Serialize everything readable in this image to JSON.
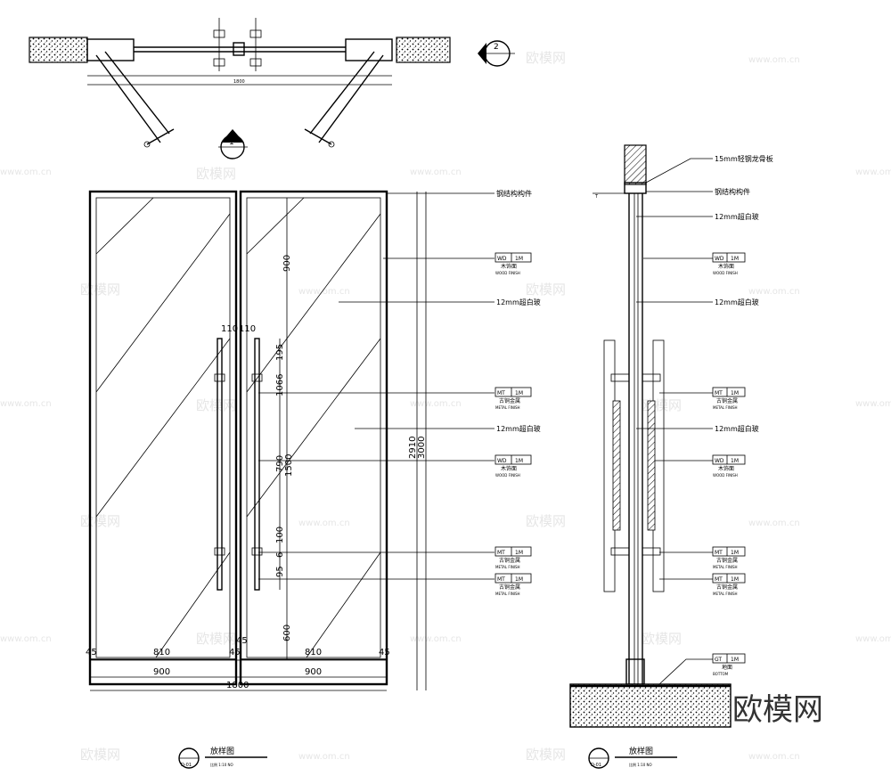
{
  "plan": {
    "dims": [
      "1800"
    ],
    "marker_number": "2"
  },
  "elevation": {
    "marker_number": "1",
    "dims_horizontal": [
      "45",
      "810",
      "45",
      "45",
      "810",
      "45"
    ],
    "dims_panels": [
      "900",
      "900"
    ],
    "dim_total": "1800",
    "handle_offsets": [
      "110",
      "110"
    ],
    "dims_vertical_inner": [
      "900",
      "195",
      "1066",
      "790",
      "100",
      "95",
      "600"
    ],
    "dim_inner_extra": [
      "1500",
      "6"
    ],
    "dim_height_clear": "2910",
    "dim_height_total": "3000",
    "callouts": [
      {
        "id": "top",
        "text": "钢结构构件"
      },
      {
        "code": "WD",
        "num": "1M",
        "cn": "木饰面",
        "en": "WOOD FINISH"
      },
      {
        "id": "glass",
        "text": "12mm超白玻"
      },
      {
        "code": "MT",
        "num": "1M",
        "cn": "古铜金属",
        "en": "METAL FINISH"
      },
      {
        "id": "glass2",
        "text": "12mm超白玻"
      },
      {
        "code": "WD",
        "num": "1M",
        "cn": "木饰面",
        "en": "WOOD FINISH"
      },
      {
        "code": "MT",
        "num": "1M",
        "cn": "古铜金属",
        "en": "METAL FINISH"
      },
      {
        "code": "MT",
        "num": "1M",
        "cn": "古铜金属",
        "en": "METAL FINISH"
      }
    ],
    "title": "放样图",
    "scale": "比例 1:10 NO",
    "tag": "D-01"
  },
  "section": {
    "callouts": [
      {
        "id": "s1",
        "text": "15mm轻钢龙骨板"
      },
      {
        "id": "s2",
        "text": "钢结构构件"
      },
      {
        "id": "s3",
        "text": "12mm超白玻"
      },
      {
        "code": "WD",
        "num": "1M",
        "cn": "木饰面",
        "en": "WOOD FINISH"
      },
      {
        "id": "s5",
        "text": "12mm超白玻"
      },
      {
        "code": "MT",
        "num": "1M",
        "cn": "古铜金属",
        "en": "METAL FINISH"
      },
      {
        "id": "s7",
        "text": "12mm超白玻"
      },
      {
        "code": "WD",
        "num": "1M",
        "cn": "木饰面",
        "en": "WOOD FINISH"
      },
      {
        "code": "MT",
        "num": "1M",
        "cn": "古铜金属",
        "en": "METAL FINISH"
      },
      {
        "code": "MT",
        "num": "1M",
        "cn": "古铜金属",
        "en": "METAL FINISH"
      },
      {
        "code": "GT",
        "num": "1M",
        "cn": "地面",
        "en": "BOTTOM"
      }
    ],
    "title": "放样图",
    "scale": "比例 1:10 NO",
    "tag": "D-01"
  },
  "watermark": {
    "brand": "欧模网",
    "url": "www.om.cn"
  }
}
